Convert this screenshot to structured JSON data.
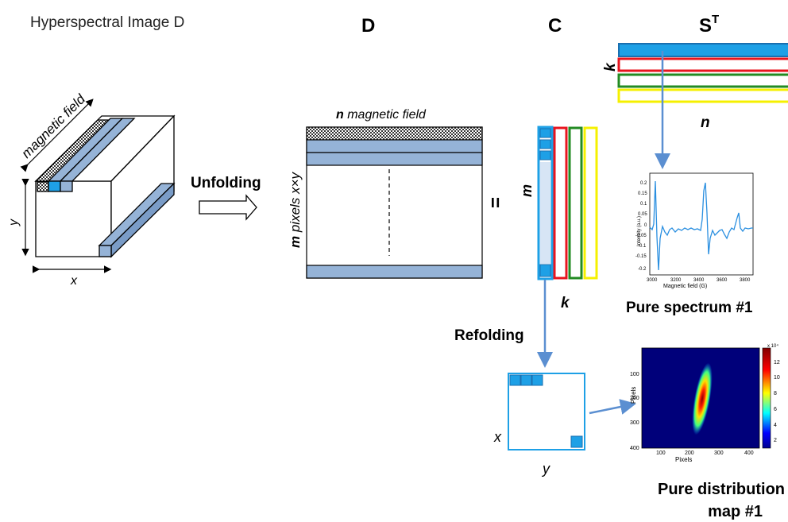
{
  "title": "Hyperspectral Image D",
  "labels": {
    "D": "D",
    "C": "C",
    "S": "S",
    "S_sup": "T",
    "magnetic_field": "magnetic field",
    "cube_y": "y",
    "cube_x": "x",
    "unfolding": "Unfolding",
    "n_magnetic_field_n": "n",
    "n_magnetic_field_rest": " magnetic field",
    "m_pixels_m": "m",
    "m_pixels_rest": " pixels x×y",
    "equals": "=",
    "m_label": "m",
    "k_label_C": "k",
    "k_label_S": "k",
    "n_label_S": "n",
    "refolding": "Refolding",
    "fold_x": "x",
    "fold_y": "y",
    "pure_spectrum": "Pure spectrum #1",
    "pure_dist_line1": "Pure distribution",
    "pure_dist_line2": "map #1"
  },
  "spectrum_plot": {
    "ylabel": "Intensity (a.u.)",
    "xlabel": "Magnetic field (G)",
    "x_ticks": [
      "3000",
      "3200",
      "3400",
      "3600",
      "3800"
    ],
    "y_ticks": [
      "0.2",
      "0.15",
      "0.1",
      "0.05",
      "0",
      "-0.05",
      "-0.1",
      "-0.15",
      "-0.2"
    ]
  },
  "map_plot": {
    "xlabel": "Pixels",
    "ylabel": "Pixels",
    "x_ticks": [
      "100",
      "200",
      "300",
      "400"
    ],
    "y_ticks": [
      "100",
      "200",
      "300",
      "400"
    ],
    "colorbar_exponent": "x 10⁴",
    "colorbar_ticks": [
      "12",
      "10",
      "8",
      "6",
      "4",
      "2"
    ]
  },
  "colors": {
    "blue_fill": "#95b3d7",
    "blue_bright": "#1ea0e6",
    "red": "#e8141e",
    "green": "#228b22",
    "yellow": "#f5f000",
    "arrow": "#5b8fd1",
    "spectrum": "#2a8fe0"
  }
}
